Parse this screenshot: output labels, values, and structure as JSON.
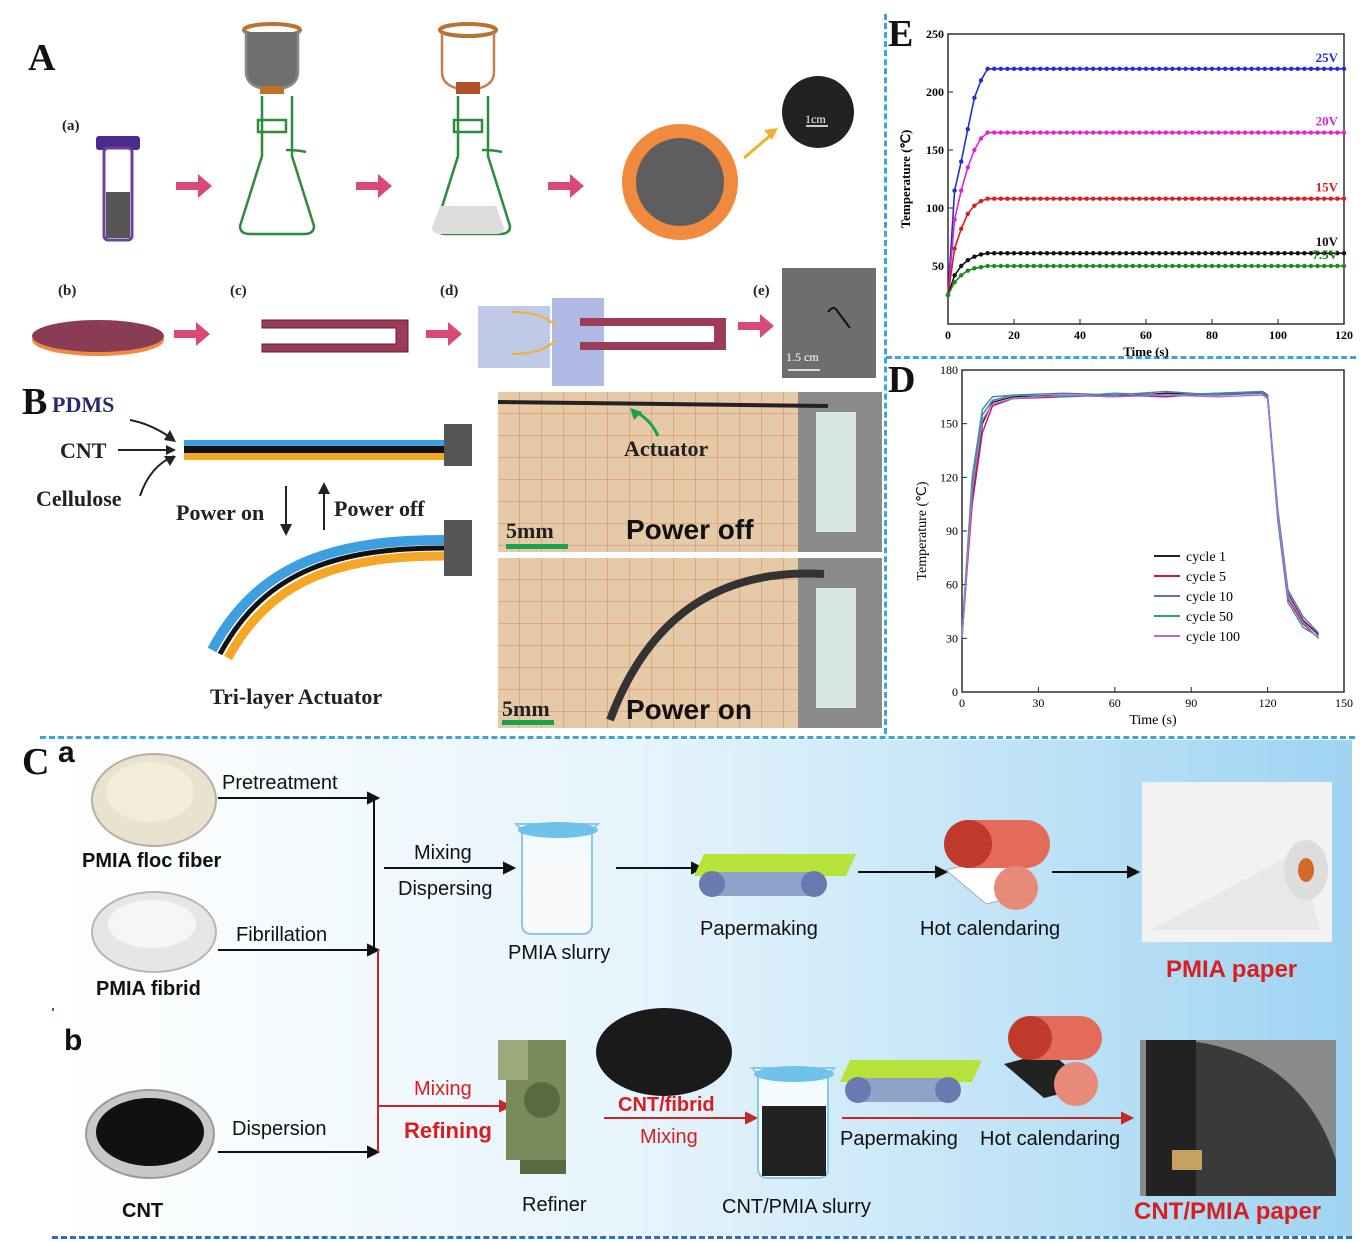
{
  "panel_letters": {
    "A": "A",
    "B": "B",
    "C": "C",
    "D": "D",
    "E": "E"
  },
  "panel_A": {
    "sub_a": "(a)",
    "sub_b": "(b)",
    "sub_c": "(c)",
    "sub_d": "(d)",
    "sub_e": "(e)",
    "scale_1cm": "1cm",
    "scale_1_5cm": "1.5 cm"
  },
  "panel_B": {
    "pdms": "PDMS",
    "cnt": "CNT",
    "cellulose": "Cellulose",
    "power_on": "Power on",
    "power_off": "Power off",
    "tri_layer": "Tri-layer Actuator",
    "photo_actuator": "Actuator",
    "photo_scale_top": "5mm",
    "photo_power_off": "Power off",
    "photo_scale_bottom": "5mm",
    "photo_power_on": "Power on",
    "colors": {
      "pdms": "#3ca0e0",
      "cnt": "#111111",
      "cellulose": "#f5a623"
    }
  },
  "panel_C": {
    "sub_a": "a",
    "sub_b": "b",
    "pretreatment": "Pretreatment",
    "pmia_floc": "PMIA floc fiber",
    "fibrillation": "Fibrillation",
    "pmia_fibrid": "PMIA fibrid",
    "mixing": "Mixing",
    "dispersing": "Dispersing",
    "pmia_slurry": "PMIA slurry",
    "papermaking": "Papermaking",
    "hot_calendaring": "Hot calendaring",
    "pmia_paper": "PMIA paper",
    "cnt": "CNT",
    "dispersion": "Dispersion",
    "mixing_red": "Mixing",
    "refining": "Refining",
    "refiner": "Refiner",
    "cnt_fibrid": "CNT/fibrid",
    "mixing2": "Mixing",
    "cnt_pmia_slurry": "CNT/PMIA slurry",
    "papermaking2": "Papermaking",
    "hot_calendaring2": "Hot calendaring",
    "cnt_pmia_paper": "CNT/PMIA paper"
  },
  "chart_data": [
    {
      "type": "line",
      "panel": "E",
      "xlabel": "Time (s)",
      "ylabel": "Temperature (℃)",
      "xlim": [
        0,
        120
      ],
      "ylim": [
        0,
        250
      ],
      "xticks": [
        0,
        20,
        40,
        60,
        80,
        100,
        120
      ],
      "yticks": [
        50,
        100,
        150,
        200,
        250
      ],
      "series": [
        {
          "name": "25V",
          "color": "#1f2fd6",
          "x": [
            0,
            2,
            4,
            6,
            8,
            10,
            12,
            120
          ],
          "y": [
            25,
            115,
            140,
            168,
            195,
            210,
            220,
            220
          ]
        },
        {
          "name": "20V",
          "color": "#d628d6",
          "x": [
            0,
            2,
            4,
            6,
            8,
            10,
            12,
            120
          ],
          "y": [
            25,
            90,
            115,
            135,
            150,
            160,
            165,
            165
          ]
        },
        {
          "name": "15V",
          "color": "#d62020",
          "x": [
            0,
            2,
            4,
            6,
            8,
            10,
            12,
            120
          ],
          "y": [
            25,
            65,
            82,
            95,
            102,
            106,
            108,
            108
          ]
        },
        {
          "name": "10V",
          "color": "#111111",
          "x": [
            0,
            2,
            4,
            6,
            8,
            10,
            12,
            120
          ],
          "y": [
            25,
            42,
            50,
            55,
            58,
            60,
            61,
            61
          ]
        },
        {
          "name": "7.5V",
          "color": "#1b8a1b",
          "x": [
            0,
            2,
            4,
            6,
            8,
            10,
            12,
            120
          ],
          "y": [
            25,
            36,
            42,
            46,
            48,
            49,
            50,
            50
          ]
        }
      ]
    },
    {
      "type": "line",
      "panel": "D",
      "xlabel": "Time (s)",
      "ylabel": "Temperature (℃)",
      "xlim": [
        0,
        150
      ],
      "ylim": [
        0,
        180
      ],
      "xticks": [
        0,
        30,
        60,
        90,
        120,
        150
      ],
      "yticks": [
        0,
        30,
        60,
        90,
        120,
        150,
        180
      ],
      "legend": "center-right",
      "series": [
        {
          "name": "cycle 1",
          "color": "#222222",
          "x": [
            0,
            4,
            8,
            12,
            20,
            40,
            60,
            80,
            100,
            118,
            120,
            124,
            128,
            134,
            140
          ],
          "y": [
            30,
            110,
            150,
            162,
            165,
            166,
            165,
            167,
            166,
            168,
            166,
            100,
            55,
            40,
            32
          ]
        },
        {
          "name": "cycle 5",
          "color": "#c2185b",
          "x": [
            0,
            4,
            8,
            12,
            20,
            40,
            60,
            80,
            100,
            118,
            120,
            124,
            128,
            134,
            140
          ],
          "y": [
            32,
            105,
            145,
            160,
            164,
            165,
            166,
            165,
            167,
            167,
            165,
            98,
            52,
            38,
            30
          ]
        },
        {
          "name": "cycle 10",
          "color": "#5b6fc2",
          "x": [
            0,
            4,
            8,
            12,
            20,
            40,
            60,
            80,
            100,
            118,
            120,
            124,
            128,
            134,
            140
          ],
          "y": [
            31,
            115,
            155,
            163,
            166,
            167,
            166,
            168,
            166,
            167,
            166,
            102,
            57,
            42,
            33
          ]
        },
        {
          "name": "cycle 50",
          "color": "#2a9d8f",
          "x": [
            0,
            4,
            8,
            12,
            20,
            40,
            60,
            80,
            100,
            118,
            120,
            124,
            128,
            134,
            140
          ],
          "y": [
            33,
            120,
            158,
            165,
            166,
            165,
            167,
            166,
            167,
            168,
            165,
            96,
            50,
            36,
            31
          ]
        },
        {
          "name": "cycle 100",
          "color": "#b16fd6",
          "x": [
            0,
            4,
            8,
            12,
            20,
            40,
            60,
            80,
            100,
            118,
            120,
            124,
            128,
            134,
            140
          ],
          "y": [
            30,
            112,
            152,
            161,
            164,
            166,
            165,
            166,
            165,
            166,
            164,
            99,
            54,
            39,
            30
          ]
        }
      ]
    }
  ]
}
